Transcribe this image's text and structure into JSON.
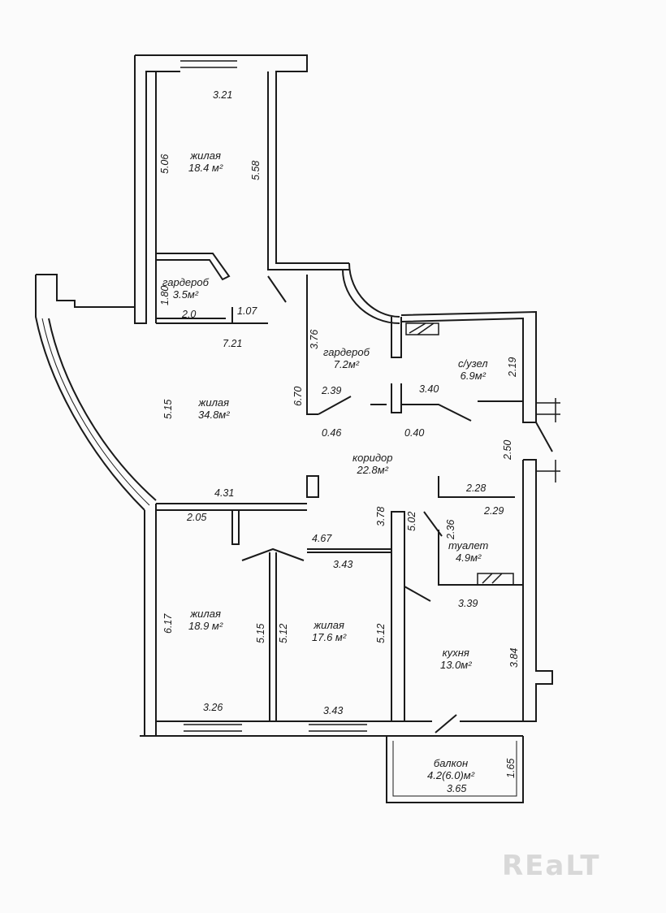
{
  "rooms": {
    "top_living": {
      "name": "жилая",
      "area": "18.4 м²"
    },
    "wardrobe_small": {
      "name": "гардероб",
      "area": "3.5м²"
    },
    "living_large": {
      "name": "жилая",
      "area": "34.8м²"
    },
    "wardrobe": {
      "name": "гардероб",
      "area": "7.2м²"
    },
    "bathroom": {
      "name": "с/узел",
      "area": "6.9м²"
    },
    "corridor": {
      "name": "коридор",
      "area": "22.8м²"
    },
    "toilet": {
      "name": "туалет",
      "area": "4.9м²"
    },
    "living_left": {
      "name": "жилая",
      "area": "18.9 м²"
    },
    "living_mid": {
      "name": "жилая",
      "area": "17.6 м²"
    },
    "kitchen": {
      "name": "кухня",
      "area": "13.0м²"
    },
    "balcony": {
      "name": "балкон",
      "area": "4.2(6.0)м²"
    }
  },
  "dimensions": {
    "top_width": "3.21",
    "top_left_h": "5.06",
    "top_right_h": "5.58",
    "wr_small_h": "1.80",
    "wr_small_w1": "2.0",
    "wr_small_w2": "1.07",
    "living_large_w": "7.21",
    "living_large_h": "5.15",
    "wardrobe_h": "3.76",
    "wardrobe_w": "2.39",
    "wall_670": "6.70",
    "corr_046": "0.46",
    "corr_040": "0.40",
    "bath_w": "3.40",
    "bath_h": "2.19",
    "corr_250": "2.50",
    "corr_431": "4.31",
    "corr_378": "3.78",
    "corr_467": "4.67",
    "corr_502": "5.02",
    "corr_205": "2.05",
    "corr_343a": "3.43",
    "toilet_228": "2.28",
    "toilet_229": "2.29",
    "toilet_236": "2.36",
    "kitchen_w": "3.39",
    "kitchen_h": "3.84",
    "living_left_h": "6.17",
    "living_left_515": "5.15",
    "living_left_w": "3.26",
    "living_mid_512a": "5.12",
    "living_mid_512b": "5.12",
    "living_mid_w": "3.43",
    "balcony_w": "3.65",
    "balcony_h": "1.65"
  },
  "watermark": "REaLT"
}
